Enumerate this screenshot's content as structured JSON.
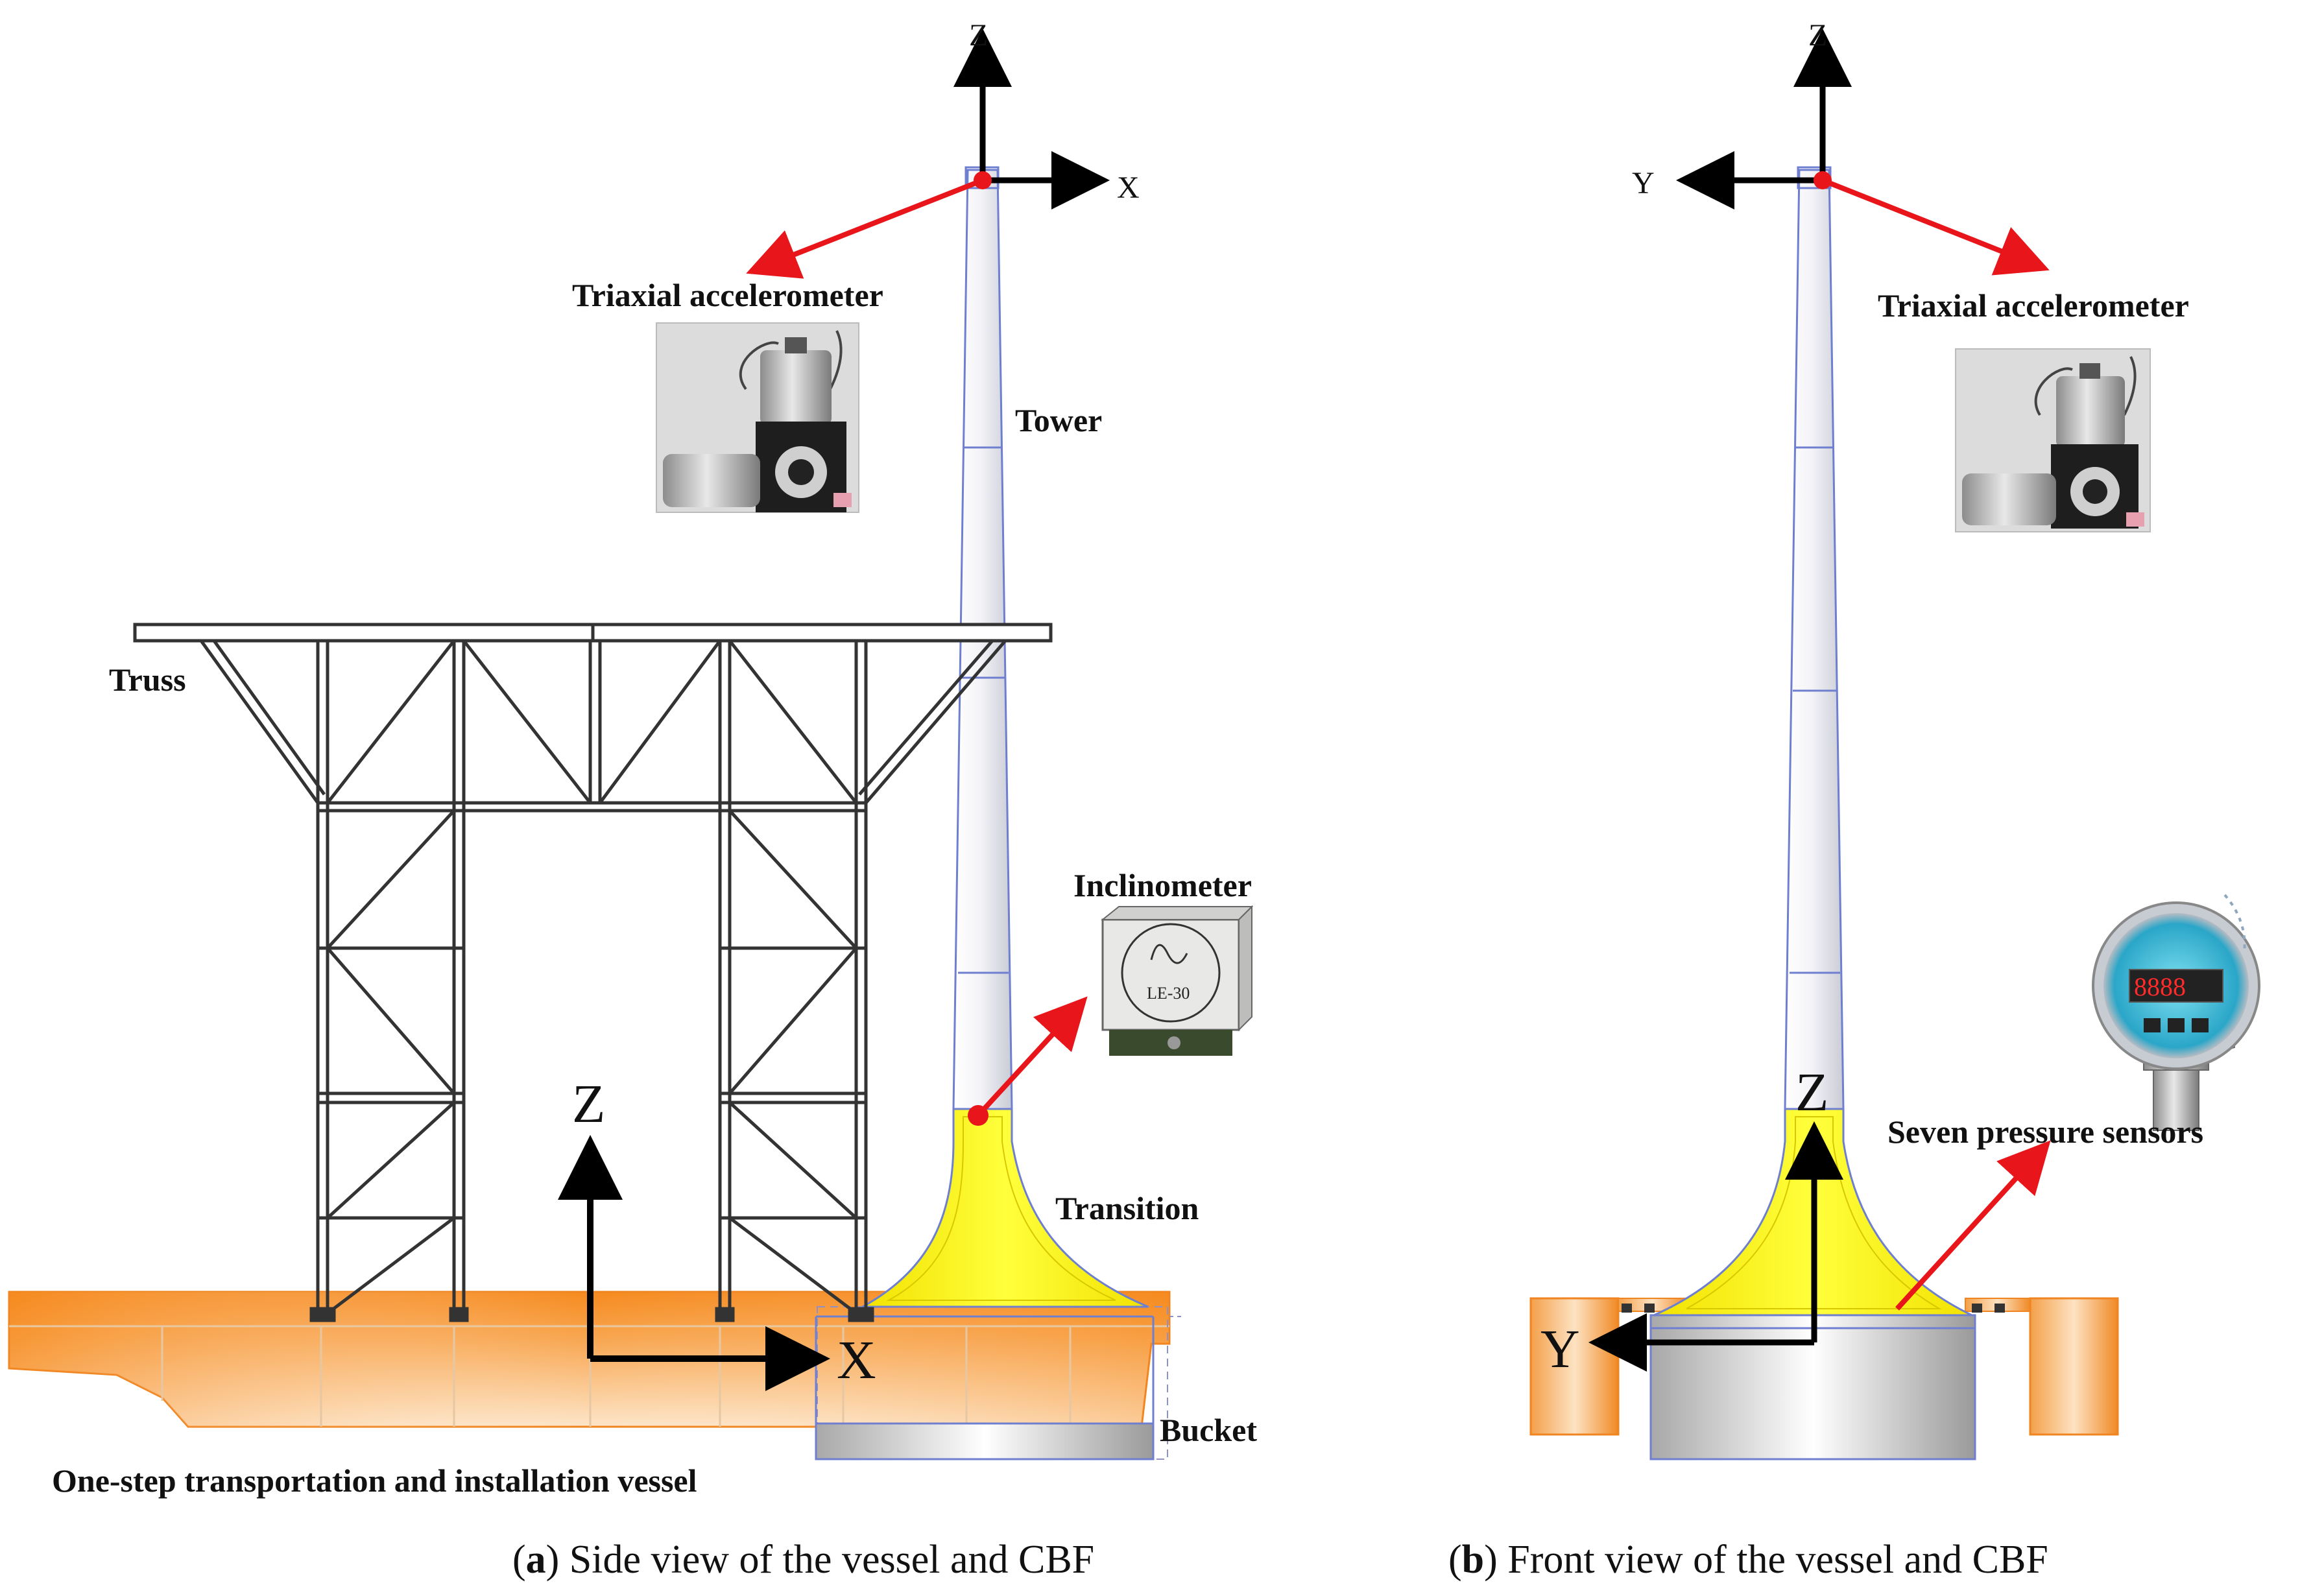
{
  "panel_a": {
    "labels": {
      "accelerometer": "Triaxial accelerometer",
      "tower": "Tower",
      "truss": "Truss",
      "inclinometer": "Inclinometer",
      "transition": "Transition",
      "bucket": "Bucket",
      "vessel": "One-step transportation and installation vessel"
    },
    "top_axes": {
      "z": "Z",
      "x": "X"
    },
    "base_axes": {
      "z": "Z",
      "x": "X"
    },
    "caption": {
      "letter": "a",
      "text": ") Side view of the vessel and CBF",
      "open": "("
    }
  },
  "panel_b": {
    "labels": {
      "accelerometer": "Triaxial accelerometer",
      "pressure": "Seven pressure sensors"
    },
    "top_axes": {
      "z": "Z",
      "y": "Y"
    },
    "base_axes": {
      "z": "Z",
      "y": "Y"
    },
    "inclinometer_face": "LE-30",
    "gauge_display": "8888",
    "caption": {
      "letter": "b",
      "text": ") Front view of the vessel and CBF",
      "open": "("
    }
  },
  "colors": {
    "arrow_red": "#e8161b",
    "tower_outline": "#6f7fd0",
    "transition_yellow": "#f7ee12",
    "vessel_orange": "#f59a36",
    "bucket_gray": "#b8b8b8",
    "truss_gray": "#333333"
  },
  "icons": [
    "accelerometer-photo",
    "inclinometer-device",
    "pressure-gauge"
  ]
}
